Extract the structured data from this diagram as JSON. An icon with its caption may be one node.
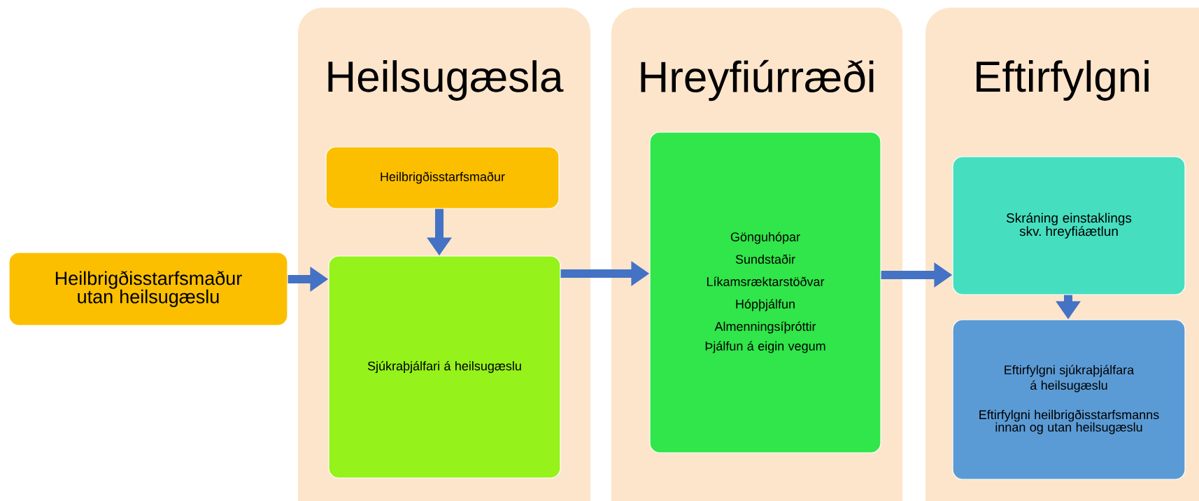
{
  "diagram": {
    "nodes": [
      {
        "text": [
          "Heilbrigðisstarfsmaður utan heilsugæslu"
        ]
      },
      {
        "text": [
          "Heilsugæsla"
        ]
      },
      {
        "text": [
          "Heilbrigðisstarfsmaður"
        ],
        "in": 1
      },
      {
        "text": [
          "Sjúkraþjálfari á heilsugæslu"
        ],
        "in": 1
      },
      {
        "text": [
          "Hreyfiúrræði"
        ]
      },
      {
        "text": [
          "Gönguhópar",
          "Sundstaðir",
          "Líkamsræktarstöðvar",
          "Hópþjálfun",
          "Almenningsíþróttir",
          "Þjálfun á eigin vegum"
        ],
        "in": 4
      },
      {
        "text": [
          "Eftirfylgni"
        ]
      },
      {
        "text": [
          "Skráning einstaklings skv. hreyfiáætlun"
        ],
        "in": 6
      },
      {
        "text": [
          "Eftirfylgni sjúkraþjálfara á heilsugæslu",
          "Eftirfylgni heilbrigðisstarfsmanns innan og utan heilsugæslu"
        ],
        "in": 6
      }
    ],
    "edges": [
      {
        "from": 0,
        "to": 3,
        "arrow": "to"
      },
      {
        "from": 2,
        "to": 3,
        "arrow": "to"
      },
      {
        "from": 3,
        "to": 5,
        "arrow": "to"
      },
      {
        "from": 5,
        "to": 7,
        "arrow": "to"
      },
      {
        "from": 7,
        "to": 8,
        "arrow": "to"
      }
    ]
  }
}
